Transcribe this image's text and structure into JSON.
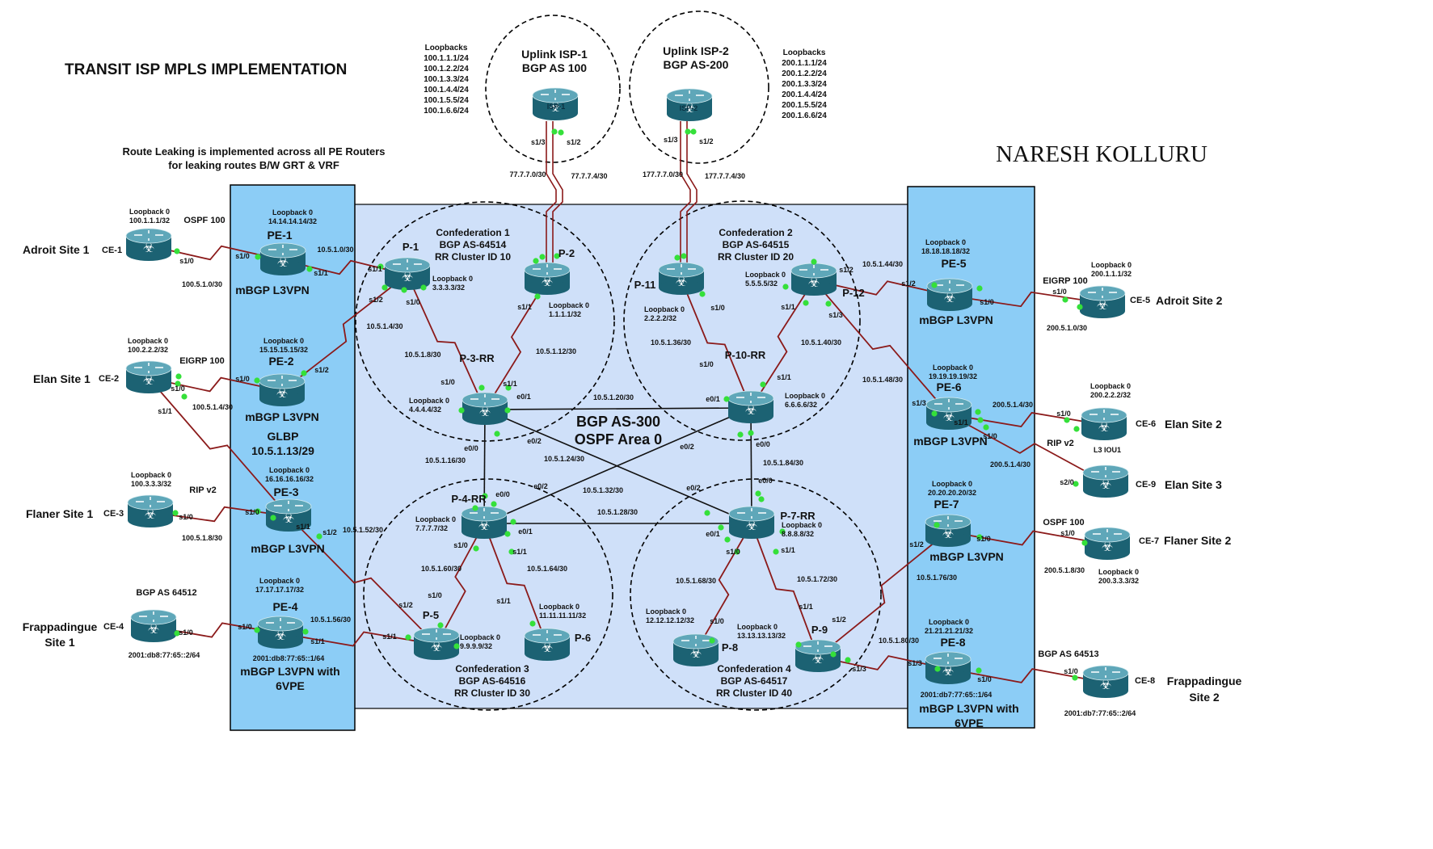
{
  "title": "TRANSIT ISP MPLS IMPLEMENTATION",
  "note_lines": [
    "Route Leaking is implemented across all PE Routers",
    "for leaking routes B/W GRT & VRF"
  ],
  "author": "NARESH KOLLURU",
  "core_lines": [
    "BGP AS-300",
    "OSPF Area 0"
  ],
  "glbp_lines": [
    "GLBP",
    "10.5.1.13/29"
  ],
  "isp1": {
    "title_lines": [
      "Uplink ISP-1",
      "BGP AS 100"
    ],
    "icon_label": "ISP-1",
    "loopback_lines": [
      "Loopbacks",
      "100.1.1.1/24",
      "100.1.2.2/24",
      "100.1.3.3/24",
      "100.1.4.4/24",
      "100.1.5.5/24",
      "100.1.6.6/24"
    ],
    "if_left": "s1/3",
    "if_right": "s1/2"
  },
  "isp2": {
    "title_lines": [
      "Uplink ISP-2",
      "BGP AS-200"
    ],
    "icon_label": "ISP-2",
    "loopback_lines": [
      "Loopbacks",
      "200.1.1.1/24",
      "200.1.2.2/24",
      "200.1.3.3/24",
      "200.1.4.4/24",
      "200.1.5.5/24",
      "200.1.6.6/24"
    ],
    "if_left": "s1/3",
    "if_right": "s1/2"
  },
  "confederations": [
    {
      "lines": [
        "Confederation 1",
        "BGP AS-64514",
        "RR Cluster ID 10"
      ]
    },
    {
      "lines": [
        "Confederation 2",
        "BGP AS-64515",
        "RR Cluster ID 20"
      ]
    },
    {
      "lines": [
        "Confederation 3",
        "BGP AS-64516",
        "RR Cluster ID 30"
      ]
    },
    {
      "lines": [
        "Confederation 4",
        "BGP AS-64517",
        "RR Cluster ID 40"
      ]
    }
  ],
  "sites": [
    {
      "name_lines": [
        "Adroit Site 1"
      ],
      "ce": "CE-1"
    },
    {
      "name_lines": [
        "Elan Site 1"
      ],
      "ce": "CE-2"
    },
    {
      "name_lines": [
        "Flaner Site 1"
      ],
      "ce": "CE-3"
    },
    {
      "name_lines": [
        "Frappadingue",
        "Site 1"
      ],
      "ce": "CE-4"
    },
    {
      "name_lines": [
        "Adroit Site 2"
      ],
      "ce": "CE-5"
    },
    {
      "name_lines": [
        "Elan Site 2"
      ],
      "ce": "CE-6"
    },
    {
      "name_lines": [
        "Elan Site 3"
      ],
      "ce": "CE-9"
    },
    {
      "name_lines": [
        "Flaner Site 2"
      ],
      "ce": "CE-7"
    },
    {
      "name_lines": [
        "Frappadingue",
        "Site 2"
      ],
      "ce": "CE-8"
    }
  ],
  "routers": {
    "PE-1": {
      "label": "PE-1",
      "loopback": [
        "Loopback 0",
        "14.14.14.14/32"
      ],
      "role": [
        "mBGP L3VPN"
      ]
    },
    "PE-2": {
      "label": "PE-2",
      "loopback": [
        "Loopback 0",
        "15.15.15.15/32"
      ],
      "role": [
        "mBGP L3VPN"
      ]
    },
    "PE-3": {
      "label": "PE-3",
      "loopback": [
        "Loopback 0",
        "16.16.16.16/32"
      ],
      "role": [
        "mBGP L3VPN"
      ]
    },
    "PE-4": {
      "label": "PE-4",
      "loopback": [
        "Loopback 0",
        "17.17.17.17/32"
      ],
      "role": [
        "mBGP L3VPN with",
        "6VPE"
      ]
    },
    "PE-5": {
      "label": "PE-5",
      "loopback": [
        "Loopback 0",
        "18.18.18.18/32"
      ],
      "role": [
        "mBGP L3VPN"
      ]
    },
    "PE-6": {
      "label": "PE-6",
      "loopback": [
        "Loopback 0",
        "19.19.19.19/32"
      ],
      "role": [
        "mBGP L3VPN"
      ]
    },
    "PE-7": {
      "label": "PE-7",
      "loopback": [
        "Loopback 0",
        "20.20.20.20/32"
      ],
      "role": [
        "mBGP L3VPN"
      ]
    },
    "PE-8": {
      "label": "PE-8",
      "loopback": [
        "Loopback 0",
        "21.21.21.21/32"
      ],
      "role": [
        "mBGP L3VPN with",
        "6VPE"
      ]
    },
    "P-1": {
      "label": "P-1",
      "loopback": [
        "Loopback 0",
        "3.3.3.3/32"
      ]
    },
    "P-2": {
      "label": "P-2",
      "loopback": [
        "Loopback 0",
        "1.1.1.1/32"
      ]
    },
    "P-3-RR": {
      "label": "P-3-RR",
      "loopback": [
        "Loopback 0",
        "4.4.4.4/32"
      ]
    },
    "P-4-RR": {
      "label": "P-4-RR",
      "loopback": [
        "Loopback 0",
        "7.7.7.7/32"
      ]
    },
    "P-5": {
      "label": "P-5",
      "loopback": [
        "Loopback 0",
        "9.9.9.9/32"
      ]
    },
    "P-6": {
      "label": "P-6",
      "loopback": [
        "Loopback 0",
        "11.11.11.11/32"
      ]
    },
    "P-7-RR": {
      "label": "P-7-RR",
      "loopback": [
        "Loopback 0",
        "8.8.8.8/32"
      ]
    },
    "P-8": {
      "label": "P-8",
      "loopback": [
        "Loopback 0",
        "12.12.12.12/32"
      ]
    },
    "P-9": {
      "label": "P-9",
      "loopback": [
        "Loopback 0",
        "13.13.13.13/32"
      ]
    },
    "P-10-RR": {
      "label": "P-10-RR",
      "loopback": [
        "Loopback 0",
        "6.6.6.6/32"
      ]
    },
    "P-11": {
      "label": "P-11",
      "loopback": [
        "Loopback 0",
        "2.2.2.2/32"
      ]
    },
    "P-12": {
      "label": "P-12",
      "loopback": [
        "Loopback 0",
        "5.5.5.5/32"
      ]
    },
    "CE-1": {
      "loopback": [
        "Loopback 0",
        "100.1.1.1/32"
      ],
      "protocol": "OSPF 100"
    },
    "CE-2": {
      "loopback": [
        "Loopback 0",
        "100.2.2.2/32"
      ],
      "protocol": "EIGRP 100"
    },
    "CE-3": {
      "loopback": [
        "Loopback 0",
        "100.3.3.3/32"
      ],
      "protocol": "RIP v2"
    },
    "CE-4": {
      "protocol": "BGP AS 64512",
      "ipv6": "2001:db8:77:65::2/64"
    },
    "CE-5": {
      "loopback": [
        "Loopback 0",
        "200.1.1.1/32"
      ],
      "protocol": "EIGRP 100"
    },
    "CE-6": {
      "loopback": [
        "Loopback 0",
        "200.2.2.2/32"
      ],
      "sub": "L3 IOU1"
    },
    "CE-9": {
      "protocol": "RIP v2"
    },
    "CE-7": {
      "loopback": [
        "Loopback 0",
        "200.3.3.3/32"
      ],
      "protocol": "OSPF 100"
    },
    "CE-8": {
      "protocol": "BGP AS 64513",
      "ipv6": "2001:db7:77:65::2/64"
    }
  },
  "pe_ipv6": {
    "PE-4": "2001:db8:77:65::1/64",
    "PE-8": "2001:db7:77:65::1/64"
  },
  "subnets": {
    "ce1_pe1": "100.5.1.0/30",
    "ce2_pe2": "100.5.1.4/30",
    "ce3_pe3": "100.5.1.8/30",
    "pe1_p1": "10.5.1.0/30",
    "pe2_p1": "10.5.1.4/30",
    "pe3_p5": "10.5.1.52/30",
    "pe4_p5": "10.5.1.56/30",
    "p1_p3": "10.5.1.8/30",
    "p2_p3": "10.5.1.12/30",
    "p3_p4": "10.5.1.16/30",
    "p3_p10": "10.5.1.20/30",
    "p3_p7": "10.5.1.24/30",
    "p4_p7": "10.5.1.28/30",
    "p10_p4": "10.5.1.32/30",
    "p11_p10": "10.5.1.36/30",
    "p12_p10": "10.5.1.40/30",
    "p12_pe5": "10.5.1.44/30",
    "p12_pe6": "10.5.1.48/30",
    "p4_p5": "10.5.1.60/30",
    "p4_p6": "10.5.1.64/30",
    "p7_p8": "10.5.1.68/30",
    "p7_p9": "10.5.1.72/30",
    "p9_pe7": "10.5.1.76/30",
    "p9_pe8": "10.5.1.80/30",
    "p10_p7": "10.5.1.84/30",
    "isp1_a": "77.7.7.0/30",
    "isp1_b": "77.7.7.4/30",
    "isp2_a": "177.7.7.0/30",
    "isp2_b": "177.7.7.4/30",
    "pe5_ce5": "200.5.1.0/30",
    "pe6_ce6": "200.5.1.4/30",
    "pe6_ce9": "200.5.1.4/30",
    "pe7_ce7": "200.5.1.8/30"
  },
  "interfaces": {
    "ce1_a": "s1/0",
    "pe1_a": "s1/0",
    "pe1_b": "s1/1",
    "p1_a": "s1/1",
    "p1_b": "s1/2",
    "p1_c": "s1/0",
    "p1_isp": "s1/3",
    "p2_isp": "s1/2",
    "p2_a": "s1/1",
    "ce2_a": "s1/0",
    "ce2_b": "s1/1",
    "pe2_a": "s1/0",
    "pe2_b": "s1/2",
    "ce3_a": "s1/0",
    "pe3_a": "s1/0",
    "pe3_b": "s1/1",
    "pe3_c": "s1/2",
    "ce4_a": "s1/0",
    "pe4_a": "s1/0",
    "pe4_b": "s1/1",
    "p3_a": "s1/0",
    "p3_b": "s1/1",
    "p3_c": "e0/1",
    "p3_d": "e0/0",
    "p3_e": "e0/2",
    "p4_a": "e0/0",
    "p4_b": "e0/2",
    "p4_c": "e0/1",
    "p4_d": "s1/0",
    "p4_e": "s1/1",
    "p5_a": "s1/0",
    "p5_b": "s1/2",
    "p5_c": "s1/1",
    "p6_a": "s1/1",
    "p11_isp": "s1/3",
    "p12_isp": "s1/2",
    "p11_a": "s1/0",
    "p12_a": "s1/2",
    "p12_b": "s1/1",
    "p12_c": "s1/3",
    "p10_a": "s1/0",
    "p10_b": "s1/1",
    "p10_c": "e0/1",
    "p10_d": "e0/0",
    "p10_e": "e0/2",
    "p7_a": "e0/0",
    "p7_b": "e0/2",
    "p7_c": "e0/1",
    "p7_d": "s1/0",
    "p7_e": "s1/1",
    "p8_a": "s1/0",
    "p9_a": "s1/1",
    "p9_b": "s1/2",
    "p9_c": "s1/3",
    "pe5_a": "s1/2",
    "pe5_b": "s1/0",
    "ce5_a": "s1/0",
    "pe6_a": "s1/3",
    "pe6_b": "s1/1",
    "pe6_c": "s1/0",
    "ce6_a": "s1/0",
    "ce9_a": "s2/0",
    "pe7_a": "s1/2",
    "pe7_b": "s1/0",
    "ce7_a": "s1/0",
    "pe8_a": "s1/3",
    "pe8_b": "s1/0",
    "ce8_a": "s1/0"
  },
  "colors": {
    "core_fill": "#cfe0f9",
    "pe_fill": "#8ccdf6",
    "link": "#8b1a1a",
    "ether": "#111111",
    "port": "#35e03a",
    "router_top": "#5fa7b9",
    "router_side": "#1c6273"
  }
}
